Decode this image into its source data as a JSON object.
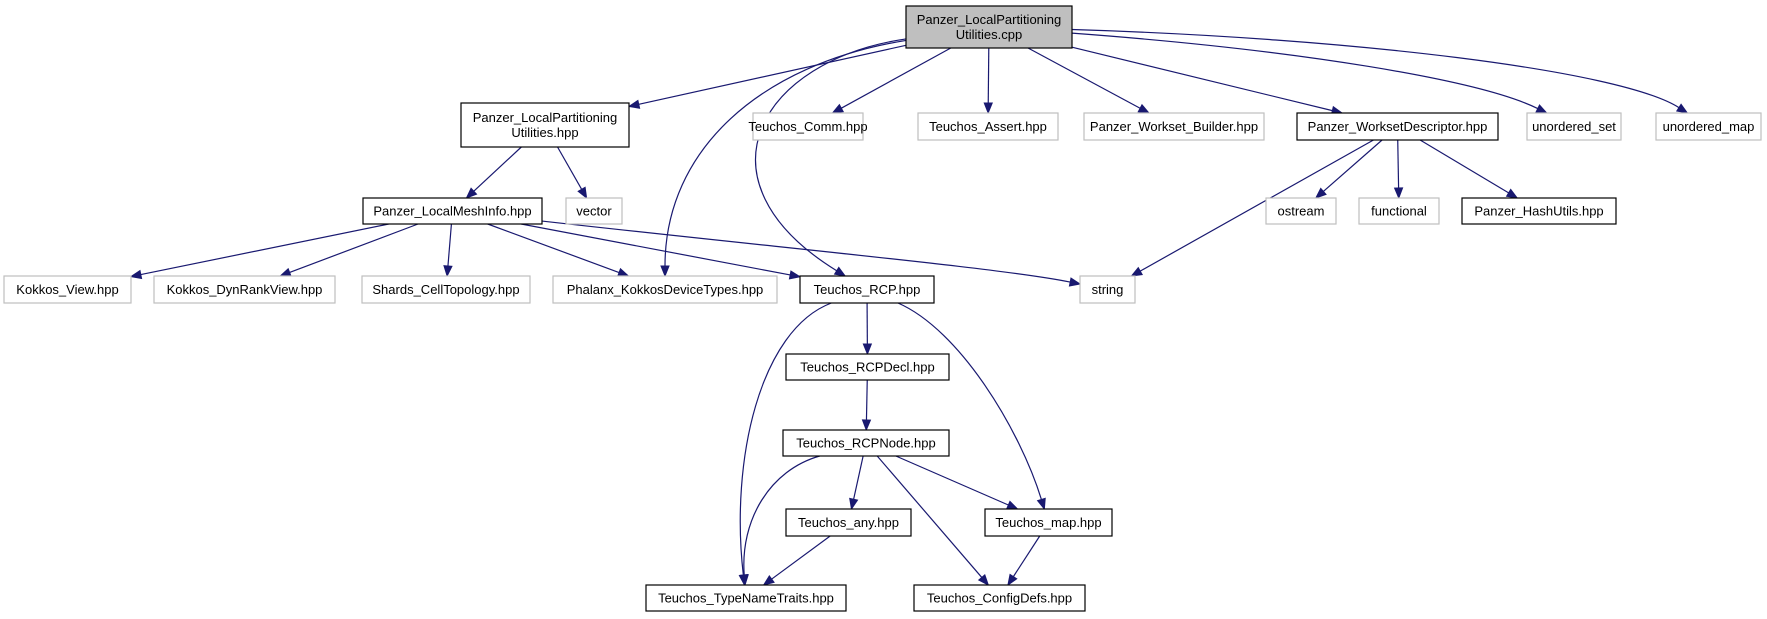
{
  "diagram": {
    "nodes": {
      "root": {
        "lines": [
          "Panzer_LocalPartitioning",
          "Utilities.cpp"
        ],
        "style": "root"
      },
      "lp_hpp": {
        "lines": [
          "Panzer_LocalPartitioning",
          "Utilities.hpp"
        ],
        "style": "documented"
      },
      "comm": {
        "lines": [
          "Teuchos_Comm.hpp"
        ],
        "style": "external"
      },
      "assert": {
        "lines": [
          "Teuchos_Assert.hpp"
        ],
        "style": "external"
      },
      "wsbuilder": {
        "lines": [
          "Panzer_Workset_Builder.hpp"
        ],
        "style": "external"
      },
      "wsdesc": {
        "lines": [
          "Panzer_WorksetDescriptor.hpp"
        ],
        "style": "documented"
      },
      "uset": {
        "lines": [
          "unordered_set"
        ],
        "style": "external"
      },
      "umap": {
        "lines": [
          "unordered_map"
        ],
        "style": "external"
      },
      "meshinfo": {
        "lines": [
          "Panzer_LocalMeshInfo.hpp"
        ],
        "style": "documented"
      },
      "vector": {
        "lines": [
          "vector"
        ],
        "style": "external"
      },
      "ostream": {
        "lines": [
          "ostream"
        ],
        "style": "external"
      },
      "functional": {
        "lines": [
          "functional"
        ],
        "style": "external"
      },
      "hashutils": {
        "lines": [
          "Panzer_HashUtils.hpp"
        ],
        "style": "documented"
      },
      "kview": {
        "lines": [
          "Kokkos_View.hpp"
        ],
        "style": "external"
      },
      "kdyn": {
        "lines": [
          "Kokkos_DynRankView.hpp"
        ],
        "style": "external"
      },
      "shards": {
        "lines": [
          "Shards_CellTopology.hpp"
        ],
        "style": "external"
      },
      "phalanx": {
        "lines": [
          "Phalanx_KokkosDeviceTypes.hpp"
        ],
        "style": "external"
      },
      "rcp": {
        "lines": [
          "Teuchos_RCP.hpp"
        ],
        "style": "documented"
      },
      "string": {
        "lines": [
          "string"
        ],
        "style": "external"
      },
      "rcpdecl": {
        "lines": [
          "Teuchos_RCPDecl.hpp"
        ],
        "style": "documented"
      },
      "rcpnode": {
        "lines": [
          "Teuchos_RCPNode.hpp"
        ],
        "style": "documented"
      },
      "any": {
        "lines": [
          "Teuchos_any.hpp"
        ],
        "style": "documented"
      },
      "map": {
        "lines": [
          "Teuchos_map.hpp"
        ],
        "style": "documented"
      },
      "tnt": {
        "lines": [
          "Teuchos_TypeNameTraits.hpp"
        ],
        "style": "documented"
      },
      "configdefs": {
        "lines": [
          "Teuchos_ConfigDefs.hpp"
        ],
        "style": "documented"
      }
    },
    "edges": [
      {
        "from": "root",
        "to": "lp_hpp"
      },
      {
        "from": "root",
        "to": "phalanx"
      },
      {
        "from": "root",
        "to": "rcp"
      },
      {
        "from": "root",
        "to": "comm"
      },
      {
        "from": "root",
        "to": "assert"
      },
      {
        "from": "root",
        "to": "wsbuilder"
      },
      {
        "from": "root",
        "to": "wsdesc"
      },
      {
        "from": "root",
        "to": "uset"
      },
      {
        "from": "root",
        "to": "umap"
      },
      {
        "from": "lp_hpp",
        "to": "meshinfo"
      },
      {
        "from": "lp_hpp",
        "to": "vector"
      },
      {
        "from": "meshinfo",
        "to": "kview"
      },
      {
        "from": "meshinfo",
        "to": "kdyn"
      },
      {
        "from": "meshinfo",
        "to": "shards"
      },
      {
        "from": "meshinfo",
        "to": "phalanx"
      },
      {
        "from": "meshinfo",
        "to": "rcp"
      },
      {
        "from": "meshinfo",
        "to": "string"
      },
      {
        "from": "wsdesc",
        "to": "string"
      },
      {
        "from": "wsdesc",
        "to": "ostream"
      },
      {
        "from": "wsdesc",
        "to": "functional"
      },
      {
        "from": "wsdesc",
        "to": "hashutils"
      },
      {
        "from": "rcp",
        "to": "rcpdecl"
      },
      {
        "from": "rcp",
        "to": "tnt"
      },
      {
        "from": "rcp",
        "to": "map"
      },
      {
        "from": "rcpdecl",
        "to": "rcpnode"
      },
      {
        "from": "rcpnode",
        "to": "tnt"
      },
      {
        "from": "rcpnode",
        "to": "any"
      },
      {
        "from": "rcpnode",
        "to": "map"
      },
      {
        "from": "rcpnode",
        "to": "configdefs"
      },
      {
        "from": "any",
        "to": "tnt"
      },
      {
        "from": "map",
        "to": "configdefs"
      }
    ],
    "colors": {
      "edge": "#191970",
      "root_fill": "#bfbfbf",
      "documented_border": "#000000",
      "external_border": "#bfbfbf"
    }
  }
}
